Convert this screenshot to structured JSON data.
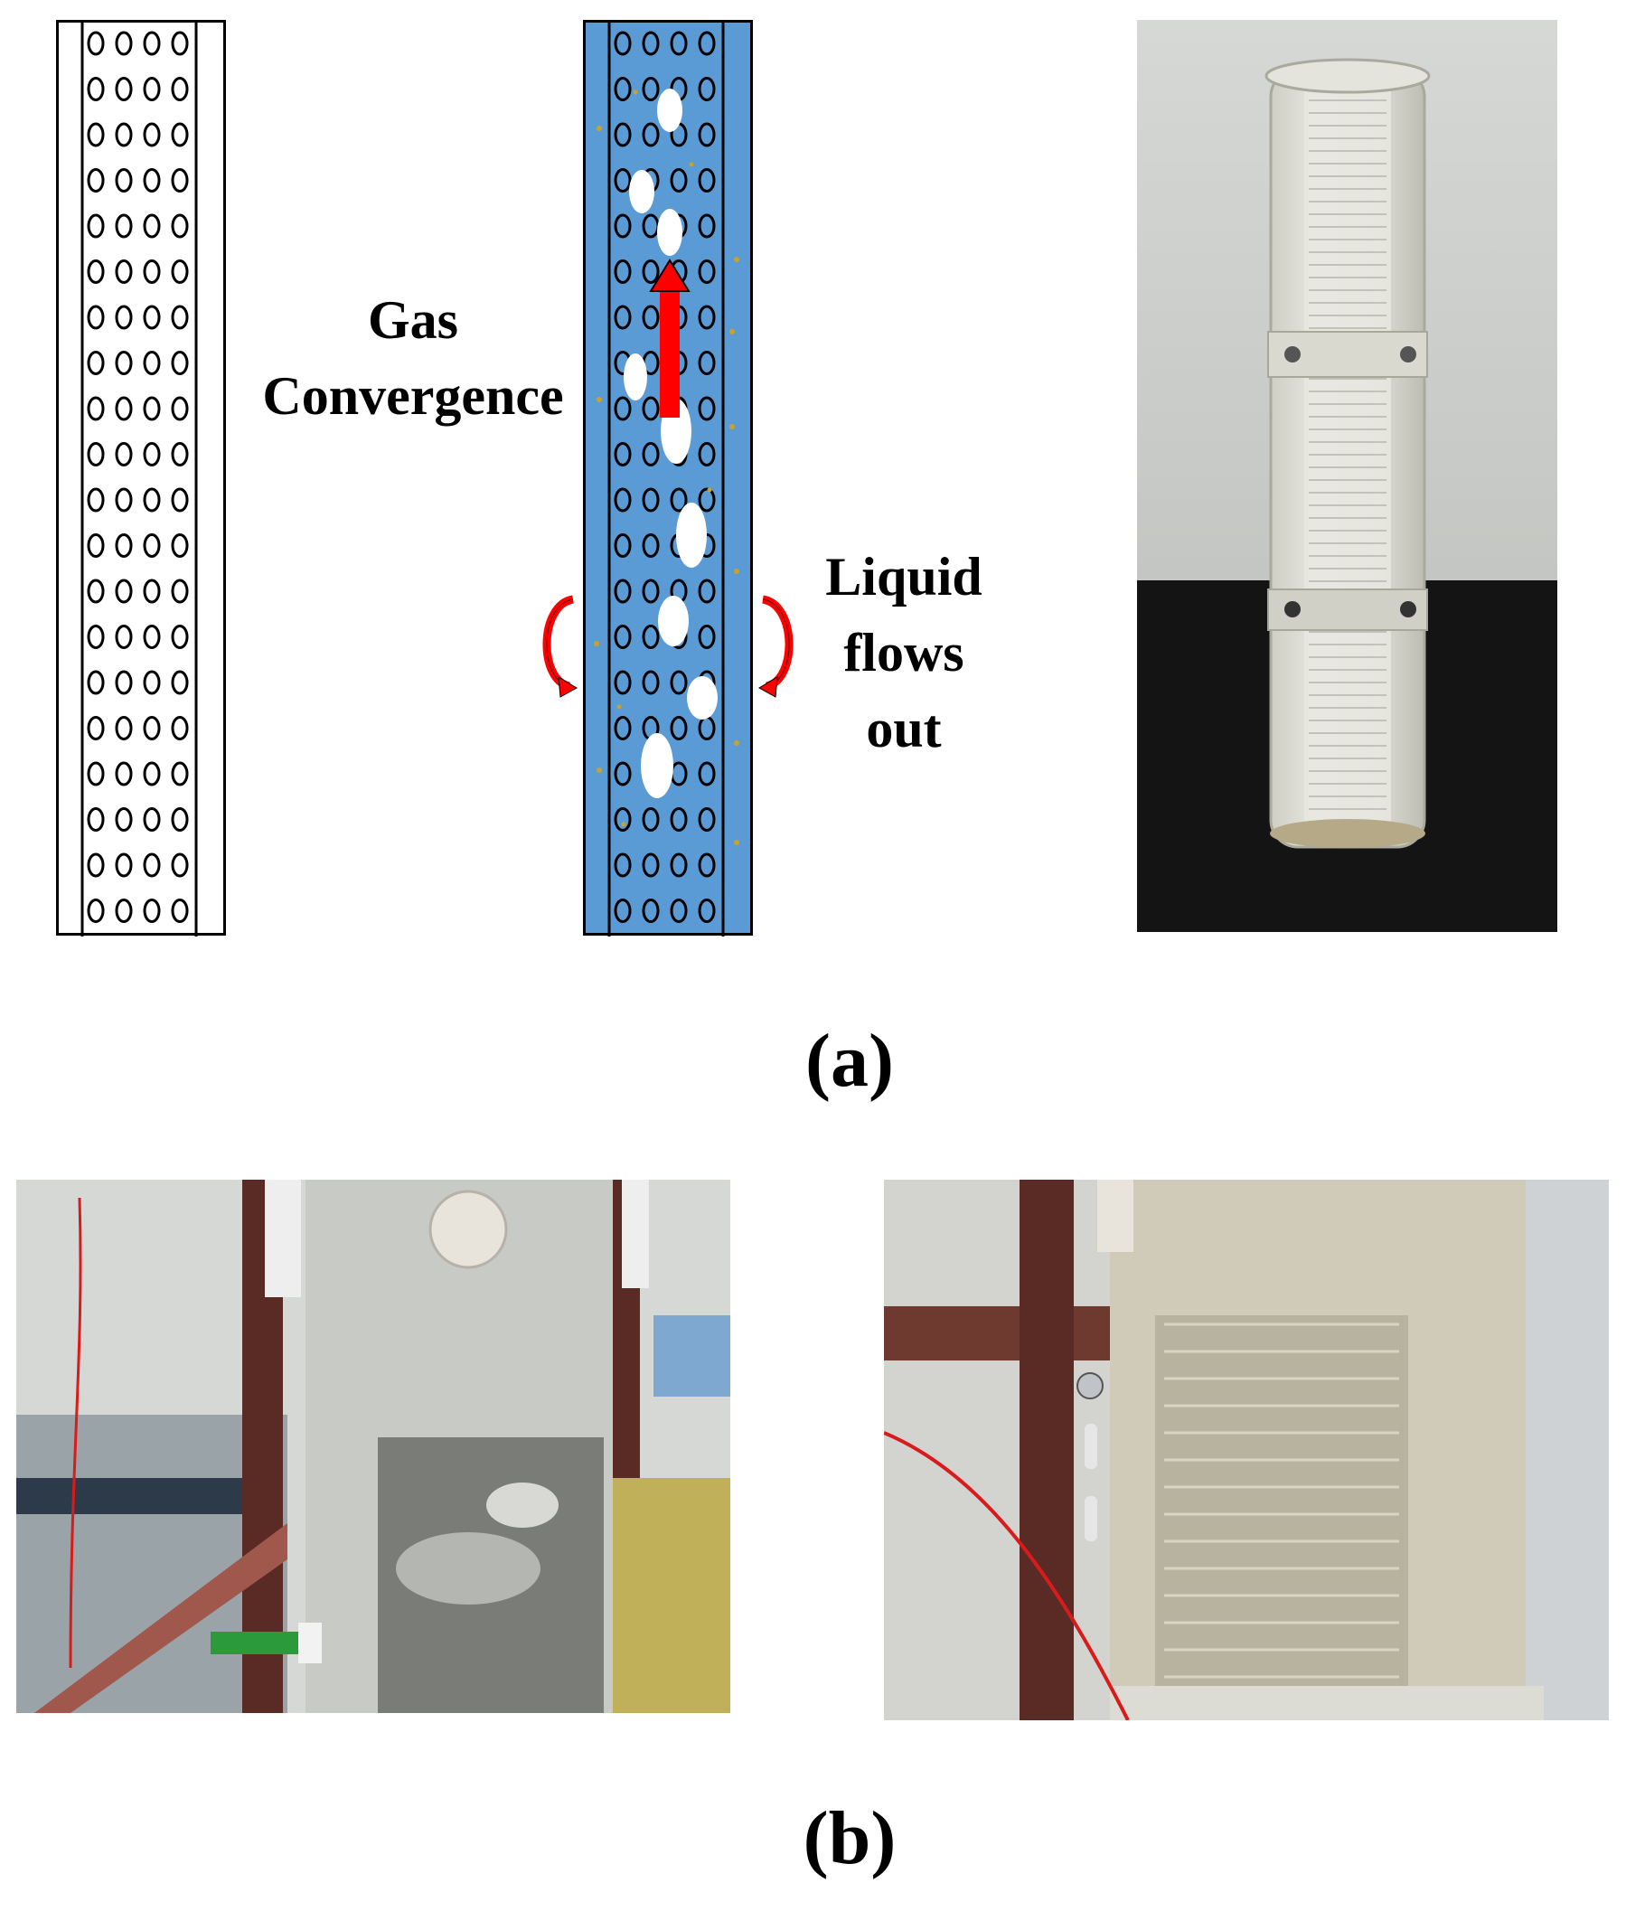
{
  "figure": {
    "panel_a_label": "(a)",
    "panel_b_label": "(b)",
    "gas_label_line1": "Gas",
    "gas_label_line2": "Convergence",
    "liquid_label_line1": "Liquid",
    "liquid_label_line2": "flows",
    "liquid_label_line3": "out"
  },
  "colors": {
    "liquid_blue": "#5b9bd5",
    "arrow_red": "#ff0000",
    "particle_gold": "#c9a227",
    "photo_background_dark": "#141414",
    "frame_brown": "#5a2a24"
  },
  "icons": {
    "upward_flow": "up-arrow-icon",
    "outflow": "curved-arrow-icon"
  }
}
